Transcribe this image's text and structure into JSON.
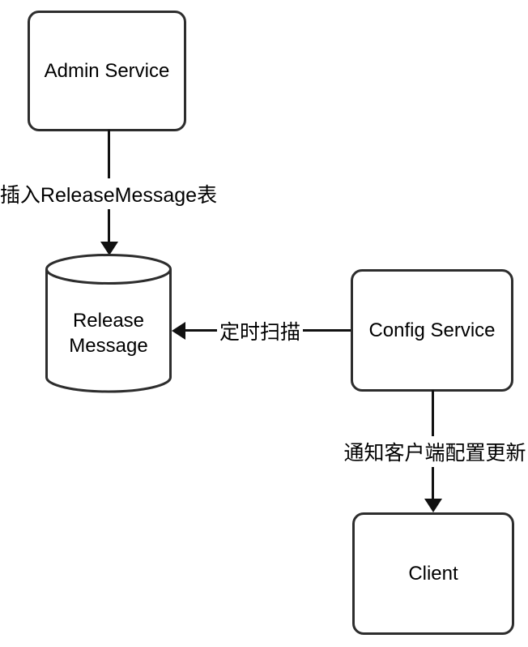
{
  "diagram": {
    "nodes": {
      "admin_service": {
        "label": "Admin Service",
        "shape": "rounded-box"
      },
      "release_message_db": {
        "label": "Release\nMessage",
        "shape": "database-cylinder"
      },
      "config_service": {
        "label": "Config Service",
        "shape": "rounded-box"
      },
      "client": {
        "label": "Client",
        "shape": "rounded-box"
      }
    },
    "edges": [
      {
        "from": "Admin Service",
        "to": "Release Message",
        "label": "插入ReleaseMessage表",
        "direction": "down"
      },
      {
        "from": "Config Service",
        "to": "Release Message",
        "label": "定时扫描",
        "direction": "left"
      },
      {
        "from": "Config Service",
        "to": "Client",
        "label": "通知客户端配置更新",
        "direction": "down"
      }
    ],
    "colors": {
      "background": "#ffffff",
      "stroke": "#2d2d2d",
      "arrow": "#111111",
      "text": "#000000"
    }
  }
}
